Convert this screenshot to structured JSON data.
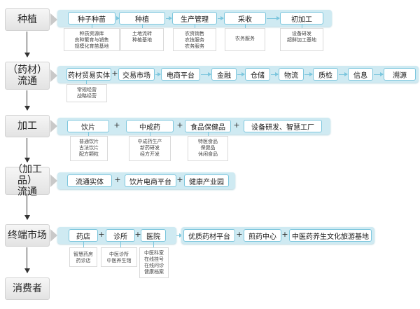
{
  "stages": {
    "s1": "种植",
    "s2a": "（药材）",
    "s2b": "流通",
    "s3": "加工",
    "s4a": "（加工品）",
    "s4b": "流通",
    "s5": "终端市场",
    "s6": "消费者"
  },
  "row1": {
    "nodes": [
      "种子种苗",
      "种植",
      "生产管理",
      "采收",
      "初加工"
    ],
    "subs": [
      [
        "种质资源库",
        "良种繁育与销售",
        "规模化育苗基地"
      ],
      [
        "土地流转",
        "种植基地"
      ],
      [
        "农资销售",
        "农技服务",
        "农务服务"
      ],
      [
        "农务服务"
      ],
      [
        "设备研发",
        "超鲜加工基地"
      ]
    ]
  },
  "row2": {
    "nodes": [
      "药材贸易实体",
      "交易市场",
      "电商平台",
      "金融",
      "仓储",
      "物流",
      "质检",
      "信息",
      "溯源"
    ],
    "subs": [
      [
        "常规经营",
        "战略经营"
      ]
    ]
  },
  "row3": {
    "nodes": [
      "饮片",
      "中成药",
      "食品保健品",
      "设备研发、智慧工厂"
    ],
    "subs": [
      [
        "普通饮片",
        "古法饮片",
        "配方颗粒"
      ],
      [
        "中成药生产",
        "新药研发",
        "经方开发"
      ],
      [
        "特医食品",
        "保健品",
        "休闲食品"
      ]
    ]
  },
  "row4": {
    "nodes": [
      "流通实体",
      "饮片电商平台",
      "健康产业园"
    ]
  },
  "row5": {
    "nodes": [
      "药店",
      "诊所",
      "医院",
      "优质药材平台",
      "煎药中心",
      "中医药养生文化旅游基地"
    ],
    "subs": [
      [
        "智慧药房",
        "药诊店"
      ],
      [
        "中医诊所",
        "中医养生馆"
      ],
      [
        "中医科室",
        "在线挂号",
        "在线问诊",
        "健康档案"
      ]
    ]
  },
  "plus": "+",
  "colors": {
    "band": "#cfeaf2",
    "node_border": "#7cc6dd",
    "stage_bg": "#eeeeee"
  }
}
